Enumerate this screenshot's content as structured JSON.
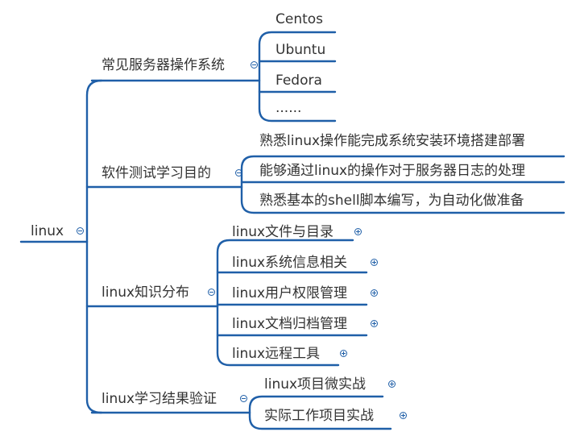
{
  "root": {
    "label": "linux",
    "toggle_icon": "collapse-icon"
  },
  "branches": [
    {
      "label": "常见服务器操作系统",
      "toggle_icon": "collapse-icon",
      "children": [
        {
          "label": "Centos"
        },
        {
          "label": "Ubuntu"
        },
        {
          "label": "Fedora"
        },
        {
          "label": "......"
        }
      ]
    },
    {
      "label": "软件测试学习目的",
      "toggle_icon": "collapse-icon",
      "children": [
        {
          "label": "熟悉linux操作能完成系统安装环境搭建部署"
        },
        {
          "label": "能够通过linux的操作对于服务器日志的处理"
        },
        {
          "label": "熟悉基本的shell脚本编写，为自动化做准备"
        }
      ]
    },
    {
      "label": "linux知识分布",
      "toggle_icon": "collapse-icon",
      "children": [
        {
          "label": "linux文件与目录",
          "toggle_icon": "expand-icon"
        },
        {
          "label": "linux系统信息相关",
          "toggle_icon": "expand-icon"
        },
        {
          "label": "linux用户权限管理",
          "toggle_icon": "expand-icon"
        },
        {
          "label": "linux文档归档管理",
          "toggle_icon": "expand-icon"
        },
        {
          "label": "linux远程工具",
          "toggle_icon": "expand-icon"
        }
      ]
    },
    {
      "label": "linux学习结果验证",
      "toggle_icon": "collapse-icon",
      "children": [
        {
          "label": "linux项目微实战",
          "toggle_icon": "expand-icon"
        },
        {
          "label": "实际工作项目实战",
          "toggle_icon": "expand-icon"
        }
      ]
    }
  ],
  "colors": {
    "line": "#1f5fa8",
    "text": "#333333",
    "background": "#ffffff"
  }
}
